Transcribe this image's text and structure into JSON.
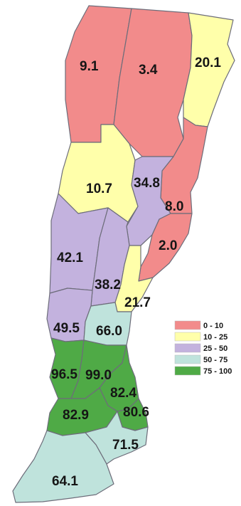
{
  "colors": {
    "0-10": "#f28b8b",
    "10-25": "#ffffaa",
    "25-50": "#c3b2de",
    "50-75": "#bfe3dc",
    "75-100": "#4faa46"
  },
  "legend": [
    {
      "label": "0 - 10",
      "class": "0-10"
    },
    {
      "label": "10 - 25",
      "class": "10-25"
    },
    {
      "label": "25 - 50",
      "class": "25-50"
    },
    {
      "label": "50 - 75",
      "class": "50-75"
    },
    {
      "label": "75 - 100",
      "class": "75-100"
    }
  ],
  "regions": [
    {
      "id": "r01",
      "value": "9.1",
      "class": "0-10"
    },
    {
      "id": "r02",
      "value": "3.4",
      "class": "0-10"
    },
    {
      "id": "r03",
      "value": "20.1",
      "class": "10-25"
    },
    {
      "id": "r04",
      "value": "10.7",
      "class": "10-25"
    },
    {
      "id": "r05",
      "value": "34.8",
      "class": "25-50"
    },
    {
      "id": "r06",
      "value": "8.0",
      "class": "0-10"
    },
    {
      "id": "r07",
      "value": "2.0",
      "class": "0-10"
    },
    {
      "id": "r08",
      "value": "42.1",
      "class": "25-50"
    },
    {
      "id": "r09",
      "value": "38.2",
      "class": "25-50"
    },
    {
      "id": "r10",
      "value": "21.7",
      "class": "10-25"
    },
    {
      "id": "r11",
      "value": "49.5",
      "class": "25-50"
    },
    {
      "id": "r12",
      "value": "66.0",
      "class": "50-75"
    },
    {
      "id": "r13",
      "value": "96.5",
      "class": "75-100"
    },
    {
      "id": "r14",
      "value": "99.0",
      "class": "75-100"
    },
    {
      "id": "r15",
      "value": "82.4",
      "class": "75-100"
    },
    {
      "id": "r16",
      "value": "82.9",
      "class": "75-100"
    },
    {
      "id": "r17",
      "value": "80.6",
      "class": "75-100"
    },
    {
      "id": "r18",
      "value": "71.5",
      "class": "50-75"
    },
    {
      "id": "r19",
      "value": "64.1",
      "class": "50-75"
    }
  ]
}
